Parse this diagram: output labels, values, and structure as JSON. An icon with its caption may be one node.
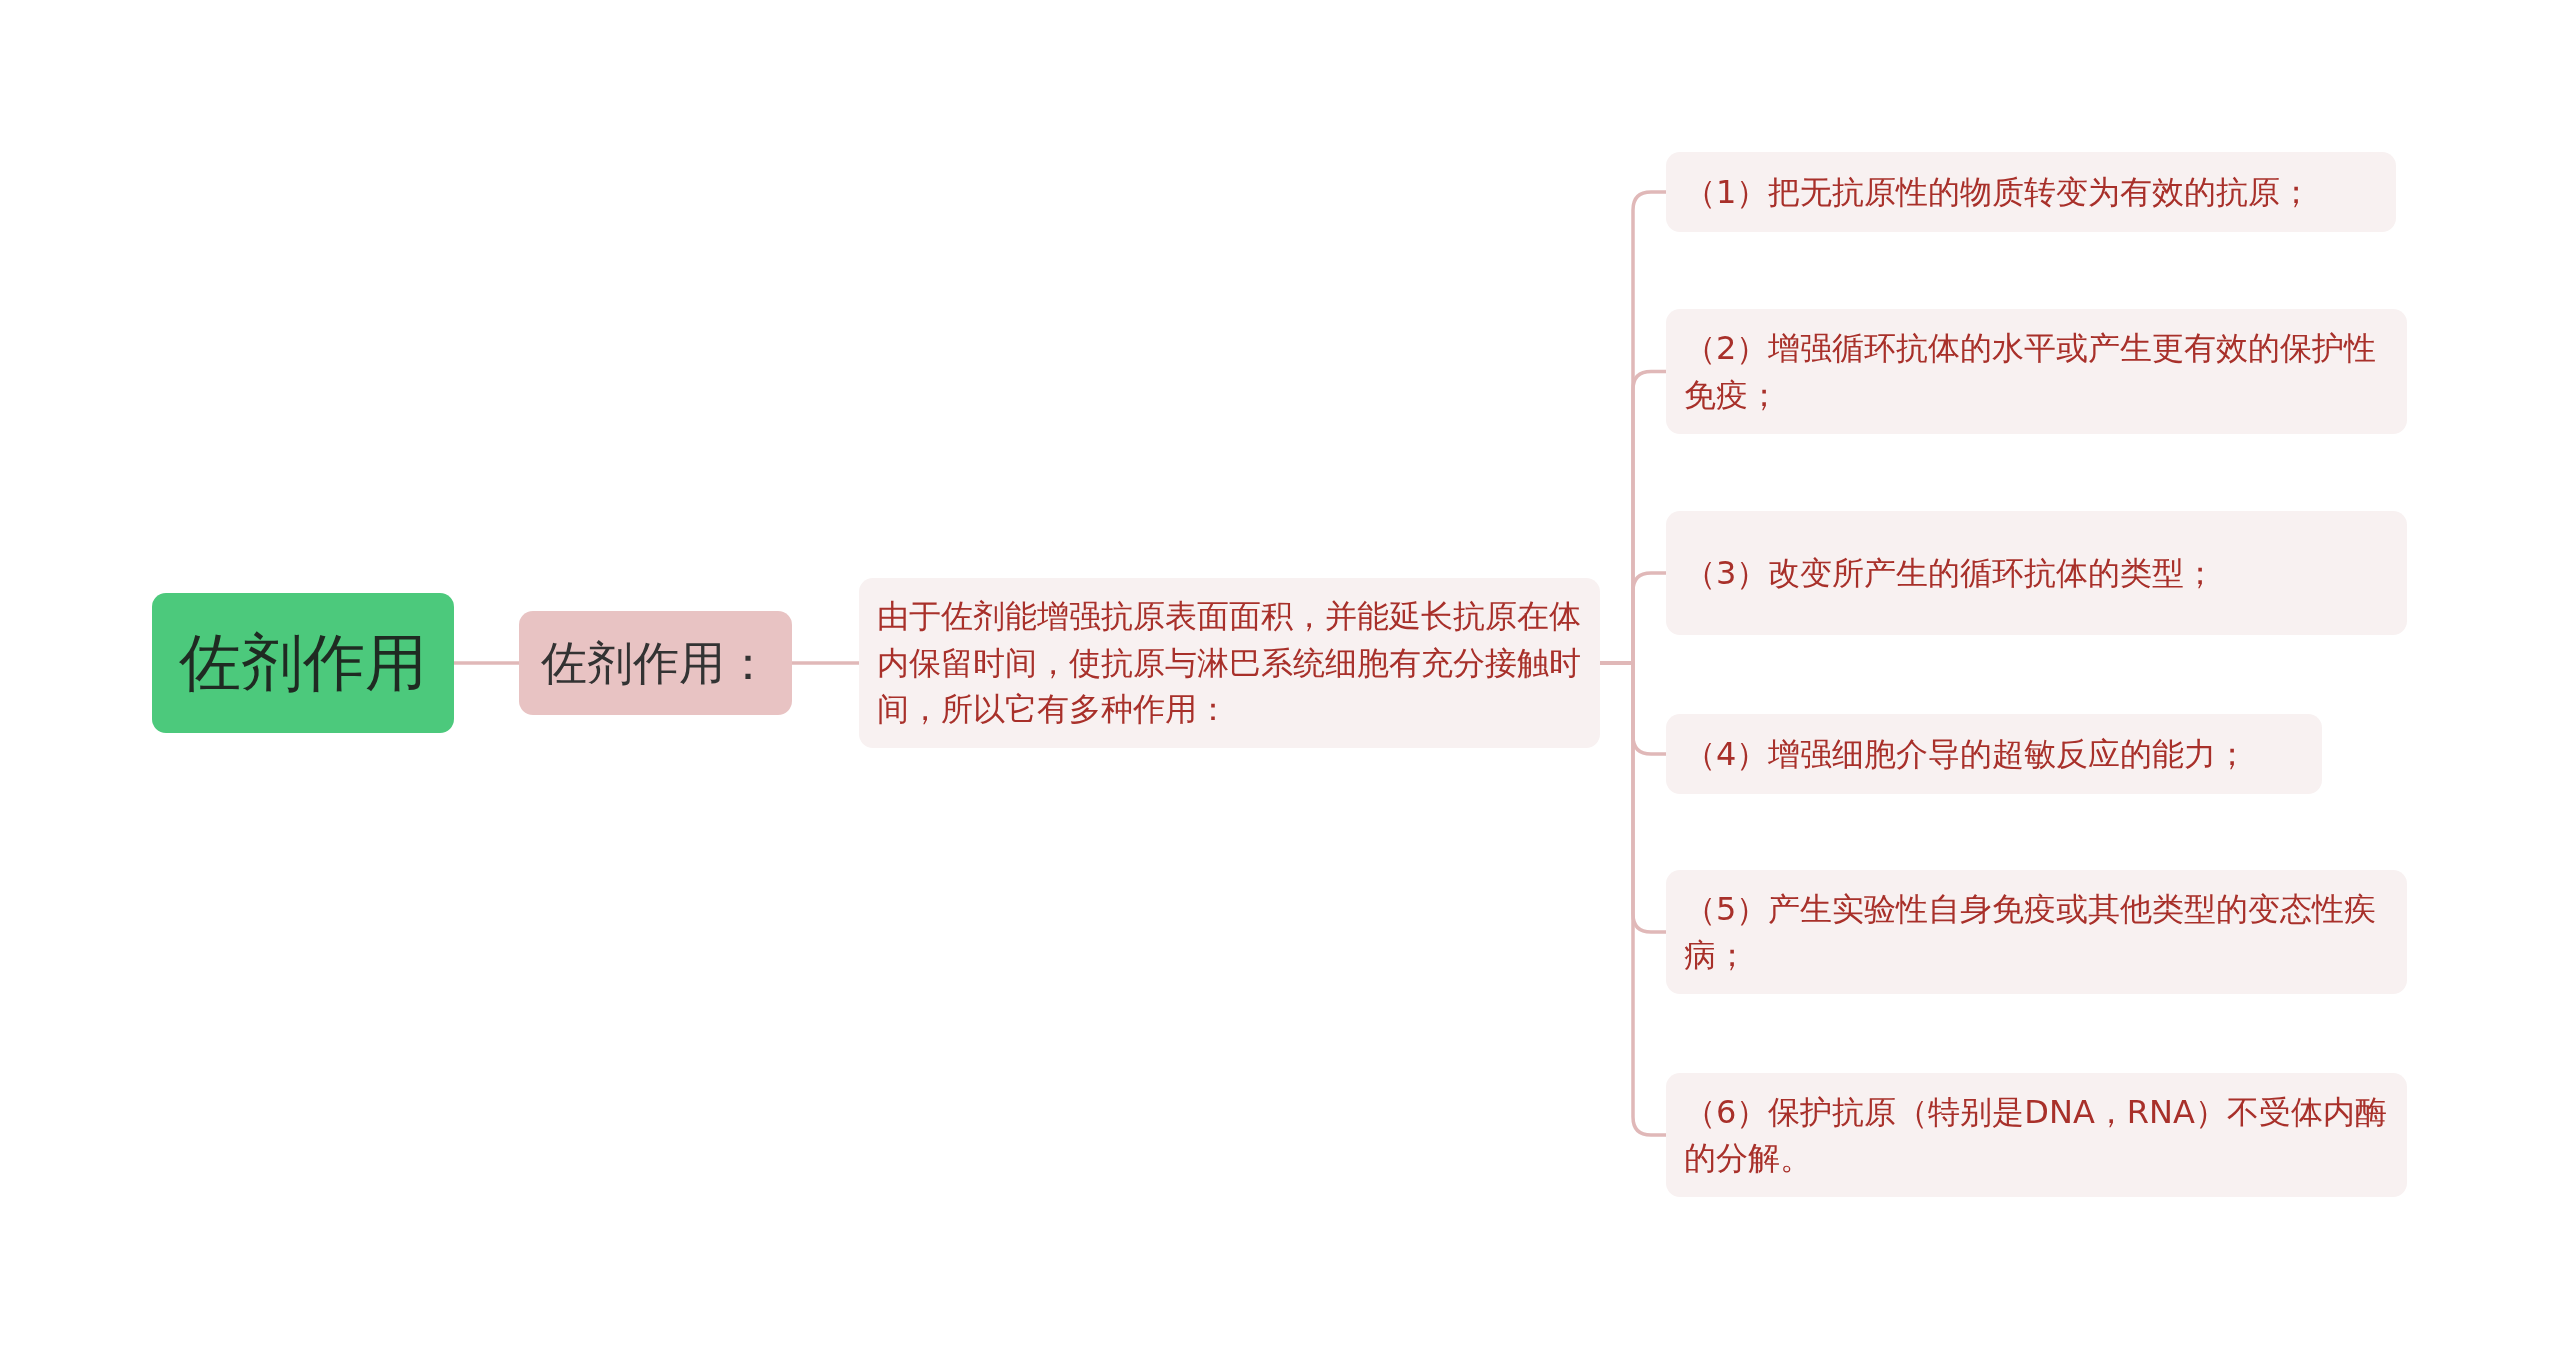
{
  "diagram": {
    "nodes": [
      {
        "text": [
          "佐剂作用"
        ]
      },
      {
        "text": [
          "佐剂作用："
        ]
      },
      {
        "text": [
          "由于佐剂能增强抗原表面面积，并能延长抗原在体内保留时间，使抗原与淋巴系统细胞有充分接触时间，所以它有多种作用："
        ]
      },
      {
        "text": [
          "（1）把无抗原性的物质转变为有效的抗原；"
        ]
      },
      {
        "text": [
          "（2）增强循环抗体的水平或产生更有效的保护性免疫；"
        ]
      },
      {
        "text": [
          "（3）改变所产生的循环抗体的类型；"
        ]
      },
      {
        "text": [
          "（4）增强细胞介导的超敏反应的能力；"
        ]
      },
      {
        "text": [
          "（5）产生实验性自身免疫或其他类型的变态性疾病；"
        ]
      },
      {
        "text": [
          "（6）保护抗原（特别是DNA，RNA）不受体内酶的分解。"
        ]
      }
    ],
    "edges": [
      {
        "from": 0,
        "to": 1,
        "arrow": "none"
      },
      {
        "from": 1,
        "to": 2,
        "arrow": "none"
      },
      {
        "from": 2,
        "to": 3,
        "arrow": "none"
      },
      {
        "from": 2,
        "to": 4,
        "arrow": "none"
      },
      {
        "from": 2,
        "to": 5,
        "arrow": "none"
      },
      {
        "from": 2,
        "to": 6,
        "arrow": "none"
      },
      {
        "from": 2,
        "to": 7,
        "arrow": "none"
      },
      {
        "from": 2,
        "to": 8,
        "arrow": "none"
      }
    ]
  }
}
